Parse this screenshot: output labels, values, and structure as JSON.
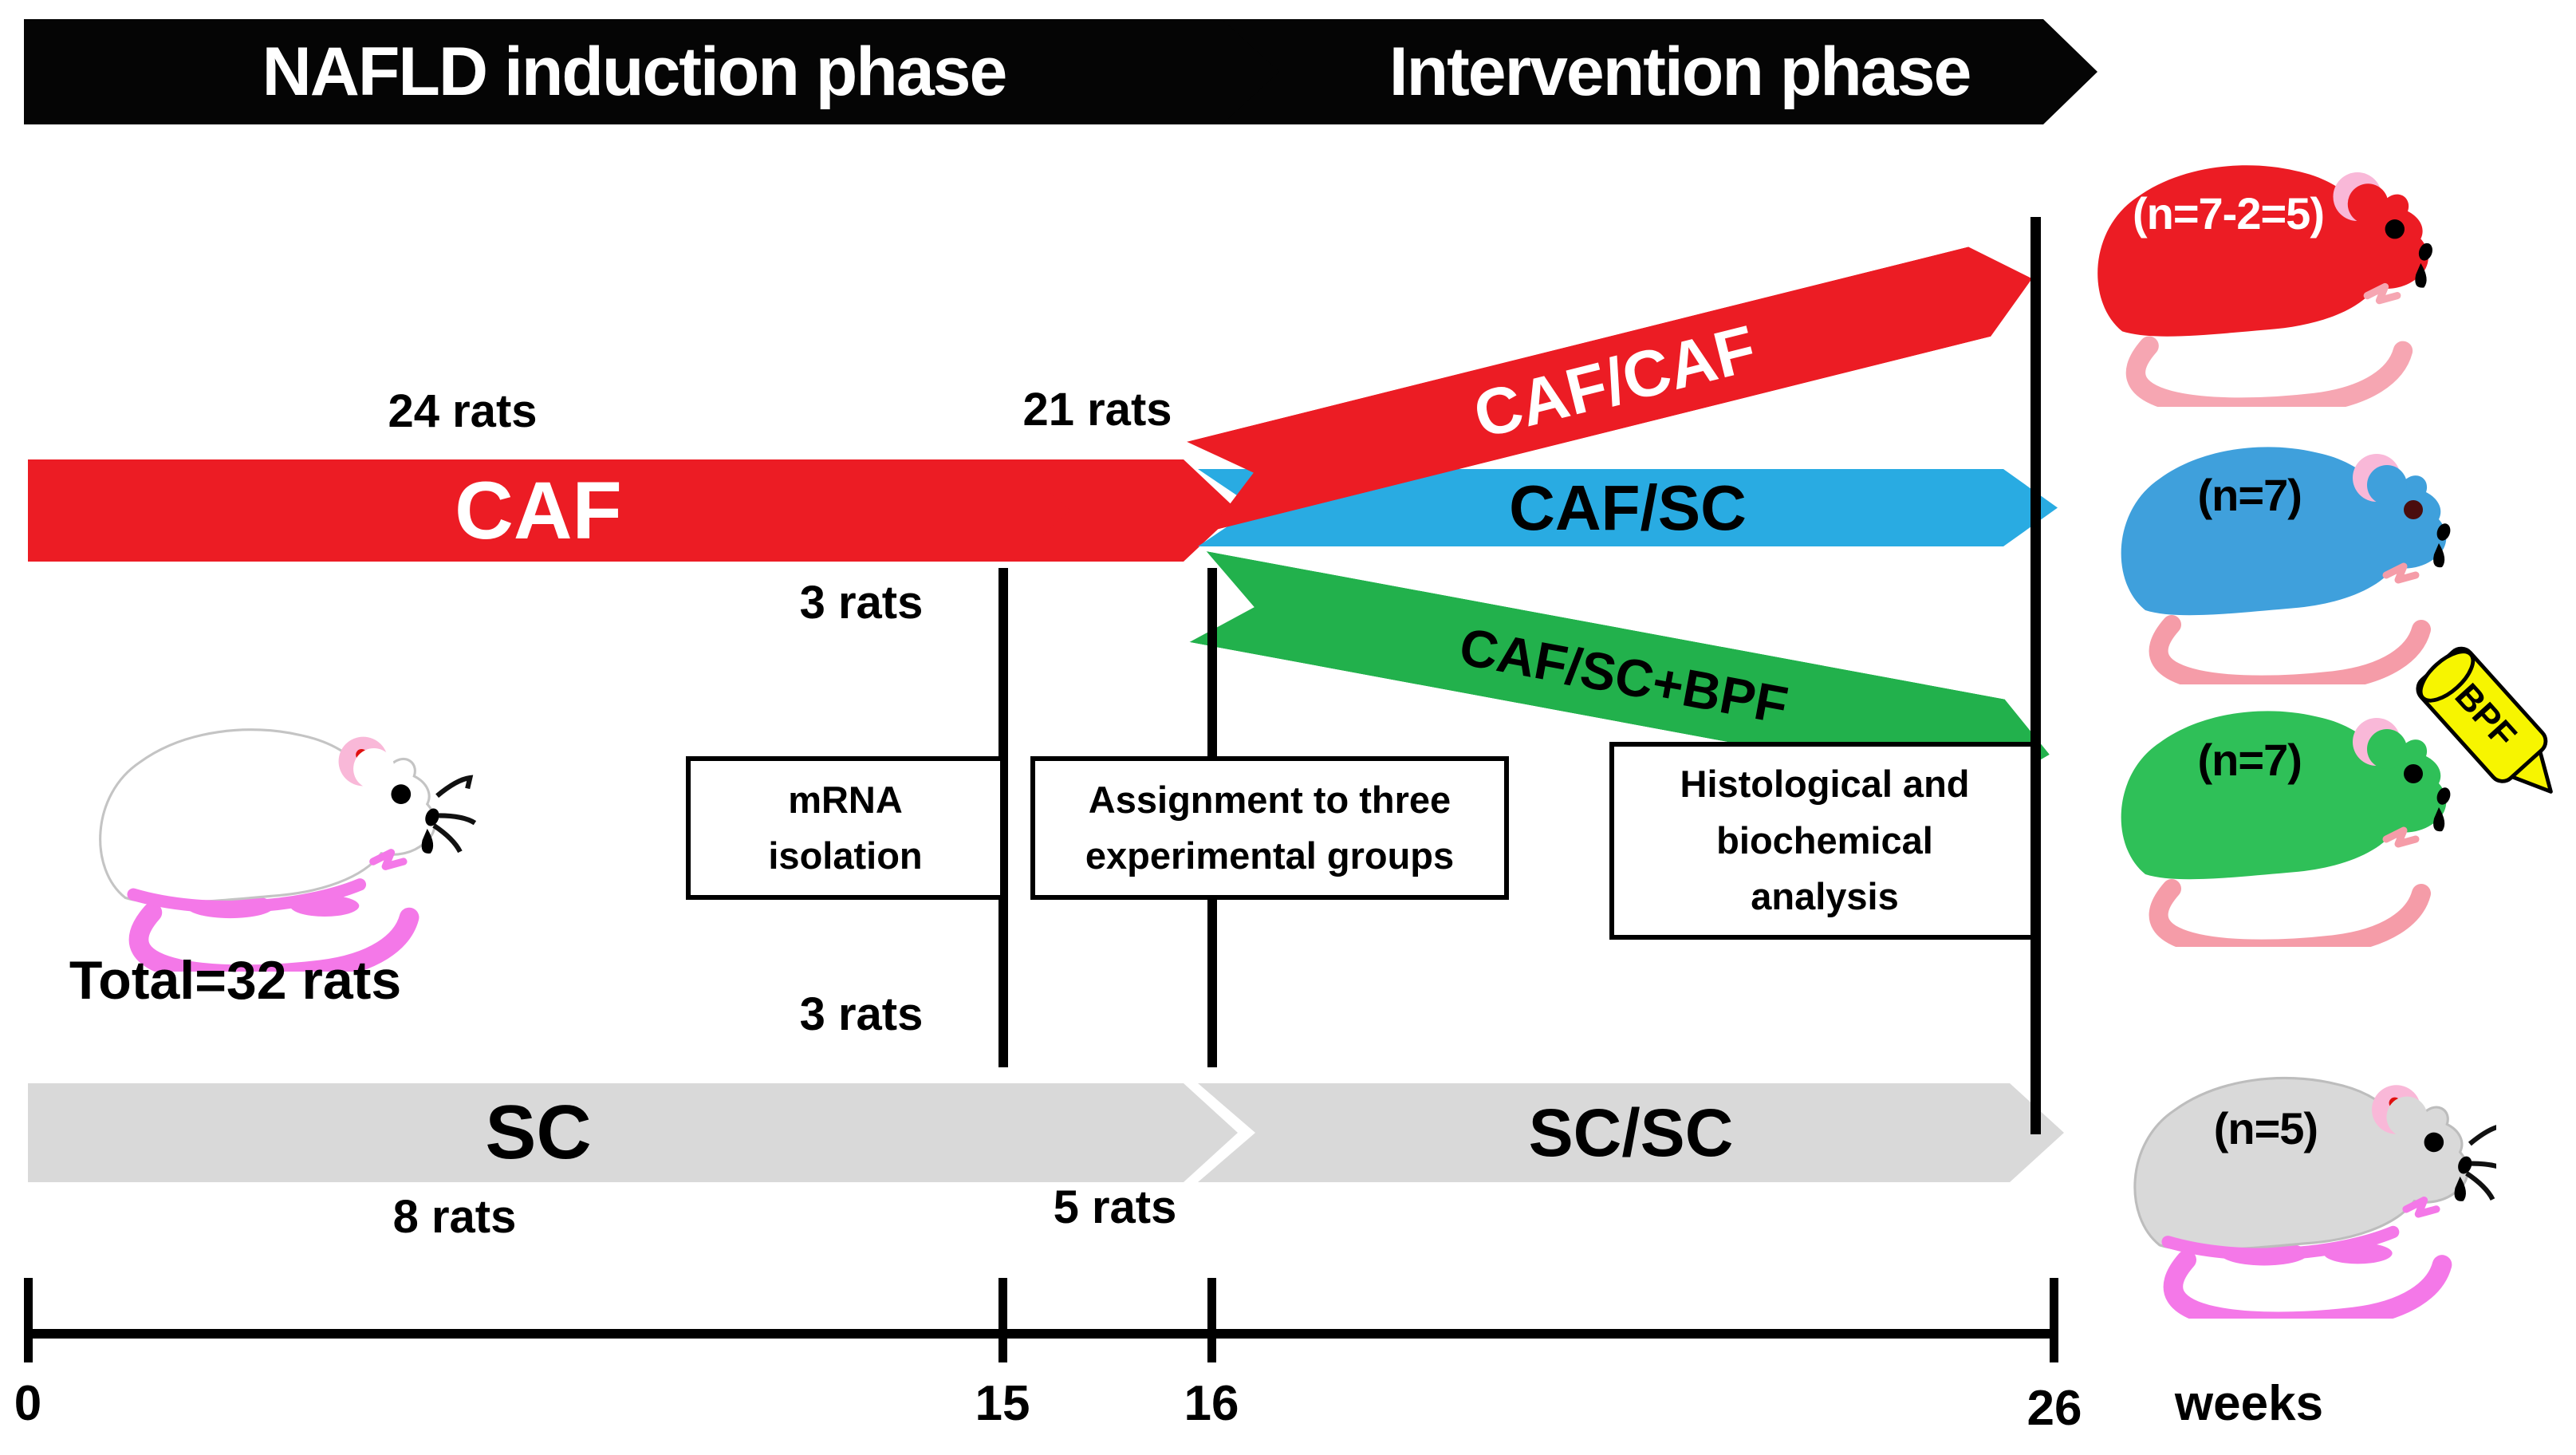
{
  "phases": {
    "induction_label": "NAFLD induction phase",
    "intervention_label": "Intervention phase"
  },
  "induction_groups": {
    "caf_label": "CAF",
    "caf_count": "24 rats",
    "sc_label": "SC",
    "sc_count": "8 rats"
  },
  "split_labels": {
    "rats_21": "21 rats",
    "rats_3_top": "3 rats",
    "rats_3_bottom": "3 rats",
    "rats_5": "5 rats"
  },
  "intervention_groups": {
    "caf_caf_label": "CAF/CAF",
    "caf_sc_label": "CAF/SC",
    "caf_sc_bpf_label": "CAF/SC+BPF",
    "sc_sc_label": "SC/SC"
  },
  "outcome_counts": {
    "caf_caf_n": "(n=7-2=5)",
    "caf_sc_n": "(n=7)",
    "caf_sc_bpf_n": "(n=7)",
    "sc_sc_n": "(n=5)"
  },
  "total_label": "Total=32 rats",
  "bottle_label": "BPF",
  "boxes": {
    "mrna": {
      "lines": [
        "mRNA",
        "isolation"
      ]
    },
    "assignment": {
      "lines": [
        "Assignment to three",
        "experimental groups"
      ]
    },
    "histology": {
      "lines": [
        "Histological and",
        "biochemical",
        "analysis"
      ]
    }
  },
  "timeline": {
    "tick_0": "0",
    "tick_15": "15",
    "tick_16": "16",
    "tick_26": "26",
    "unit": "weeks"
  },
  "colors": {
    "caf_red": "#EC1C24",
    "caf_sc_blue": "#29ABE2",
    "caf_sc_bpf_green": "#22B14C",
    "sc_gray": "#D9D9D9",
    "phase_black": "#050505",
    "bottle_yellow": "#F7F500"
  }
}
